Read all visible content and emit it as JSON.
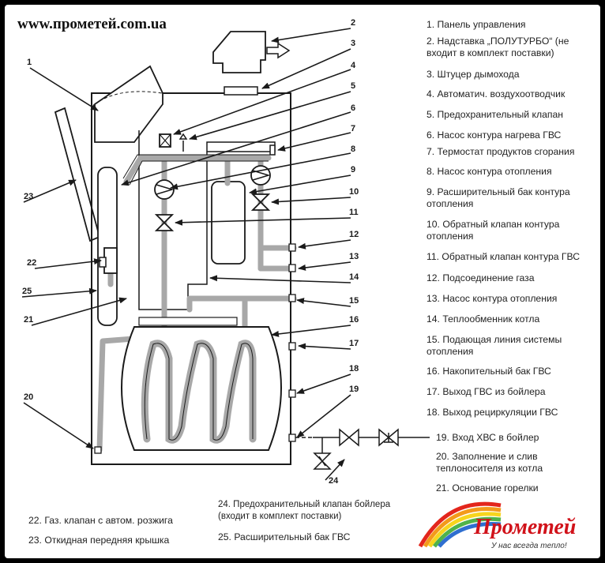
{
  "site_url": "www.прометей.com.ua",
  "legend_right": [
    "1. Панель управления",
    "2. Надставка „ПОЛУТУРБО“ (не входит в комплект поставки)",
    "3. Штуцер дымохода",
    "4. Автоматич. воздухоотводчик",
    "5. Предохранительный клапан",
    "6. Насос контура нагрева ГВС",
    "7. Термостат продуктов сгорания",
    "8. Насос контура отопления",
    "9. Расширительный бак контура отопления",
    "10. Обратный клапан контура отопления",
    "11. Обратный клапан контура ГВС",
    "12. Подсоединение газа",
    "13. Насос контура отопления",
    "14. Теплообменник котла",
    "15. Подающая линия системы отопления",
    "16. Накопительный бак ГВС",
    "17. Выход ГВС из бойлера",
    "18. Выход рециркуляции ГВС",
    "19. Вход ХВС в бойлер",
    "20. Заполнение и слив теплоносителя из котла",
    "21. Основание горелки"
  ],
  "legend_bottom": [
    "22. Газ. клапан с автом. розжига",
    "23. Откидная передняя крышка",
    "24. Предохранительный клапан бойлера (входит в комплект поставки)",
    "25. Расширительный бак ГВС"
  ],
  "callouts": [
    "1",
    "2",
    "3",
    "4",
    "5",
    "6",
    "7",
    "8",
    "9",
    "10",
    "11",
    "12",
    "13",
    "14",
    "15",
    "16",
    "17",
    "18",
    "19",
    "20",
    "21",
    "22",
    "23",
    "24",
    "25"
  ],
  "logo": {
    "name": "Прометей",
    "slogan": "У нас всегда тепло!"
  },
  "colors": {
    "pipe": "#b3b3b3",
    "outline": "#1a1a1a",
    "logo_red": "#d1121a",
    "background": "#000000"
  }
}
